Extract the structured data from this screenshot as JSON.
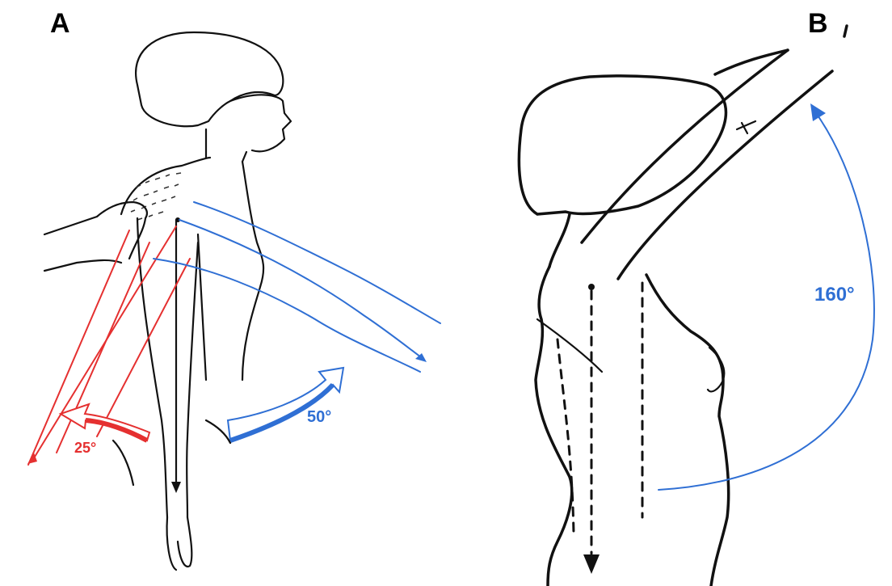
{
  "panels": {
    "a": {
      "label": "A",
      "extension_angle": "25°",
      "flexion_angle": "50°"
    },
    "b": {
      "label": "B",
      "flexion_angle": "160°"
    }
  },
  "colors": {
    "extension": "#e53030",
    "flexion": "#2f6fd4",
    "ink": "#111111"
  }
}
